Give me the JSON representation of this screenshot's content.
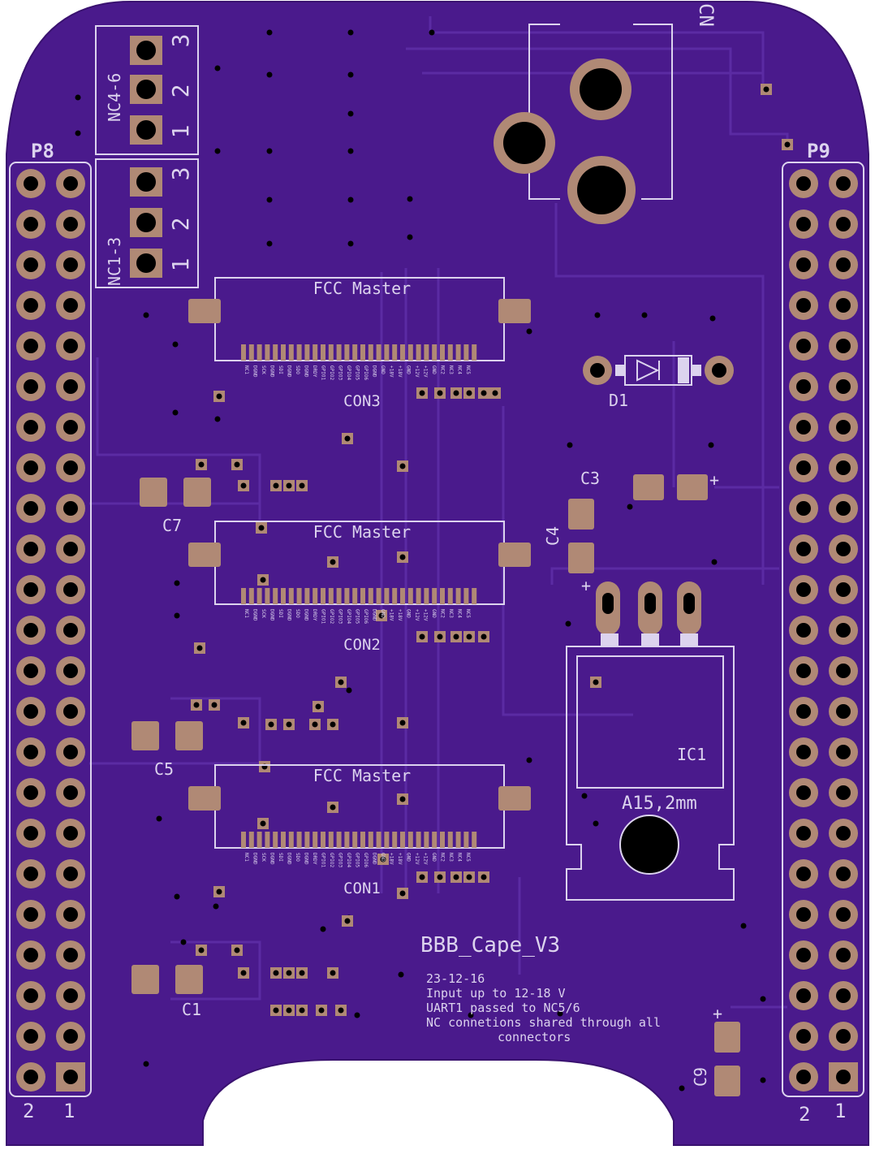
{
  "board": {
    "title": "BBB_Cape_V3",
    "notes": [
      "23-12-16",
      "Input up to 12-18 V",
      "UART1 passed to NC5/6",
      "NC connetions shared through all",
      "connectors"
    ],
    "colors": {
      "pcb": "#4a1a8c",
      "silk": "#dcd3ee",
      "pad": "#b08975",
      "trace": "#5b2ba3"
    }
  },
  "headers": {
    "p8": {
      "label": "P8",
      "pin_2": "2",
      "pin_1": "1"
    },
    "p9": {
      "label": "P9",
      "pin_2": "2",
      "pin_1": "1"
    }
  },
  "jumpers": {
    "nc46": {
      "label": "NC4-6",
      "pins": [
        "3",
        "2",
        "1"
      ]
    },
    "nc13": {
      "label": "NC1-3",
      "pins": [
        "3",
        "2",
        "1"
      ]
    }
  },
  "connectors": [
    {
      "title": "FCC Master",
      "ref": "CON3"
    },
    {
      "title": "FCC Master",
      "ref": "CON2"
    },
    {
      "title": "FCC Master",
      "ref": "CON1"
    }
  ],
  "pin_names": [
    "NC1",
    "DGND",
    "SCK",
    "DGND",
    "SDI",
    "DGND",
    "SDO",
    "DGND",
    "DRDY",
    "GPIO1",
    "GPIO2",
    "GPIO3",
    "GPIO4",
    "GPIO5",
    "GPIO6",
    "DGND",
    "GND",
    "+18V",
    "+18V",
    "GND",
    "+12V",
    "+12V",
    "GND",
    "NC2",
    "NC3",
    "NC4",
    "NC5"
  ],
  "components": {
    "c1": "C1",
    "c3": "C3",
    "c4": "C4",
    "c5": "C5",
    "c7": "C7",
    "c9": "C9",
    "d1": "D1",
    "ic1": "IC1",
    "ic1_pkg": "A15,2mm",
    "cn": "CN",
    "plus": "+"
  }
}
